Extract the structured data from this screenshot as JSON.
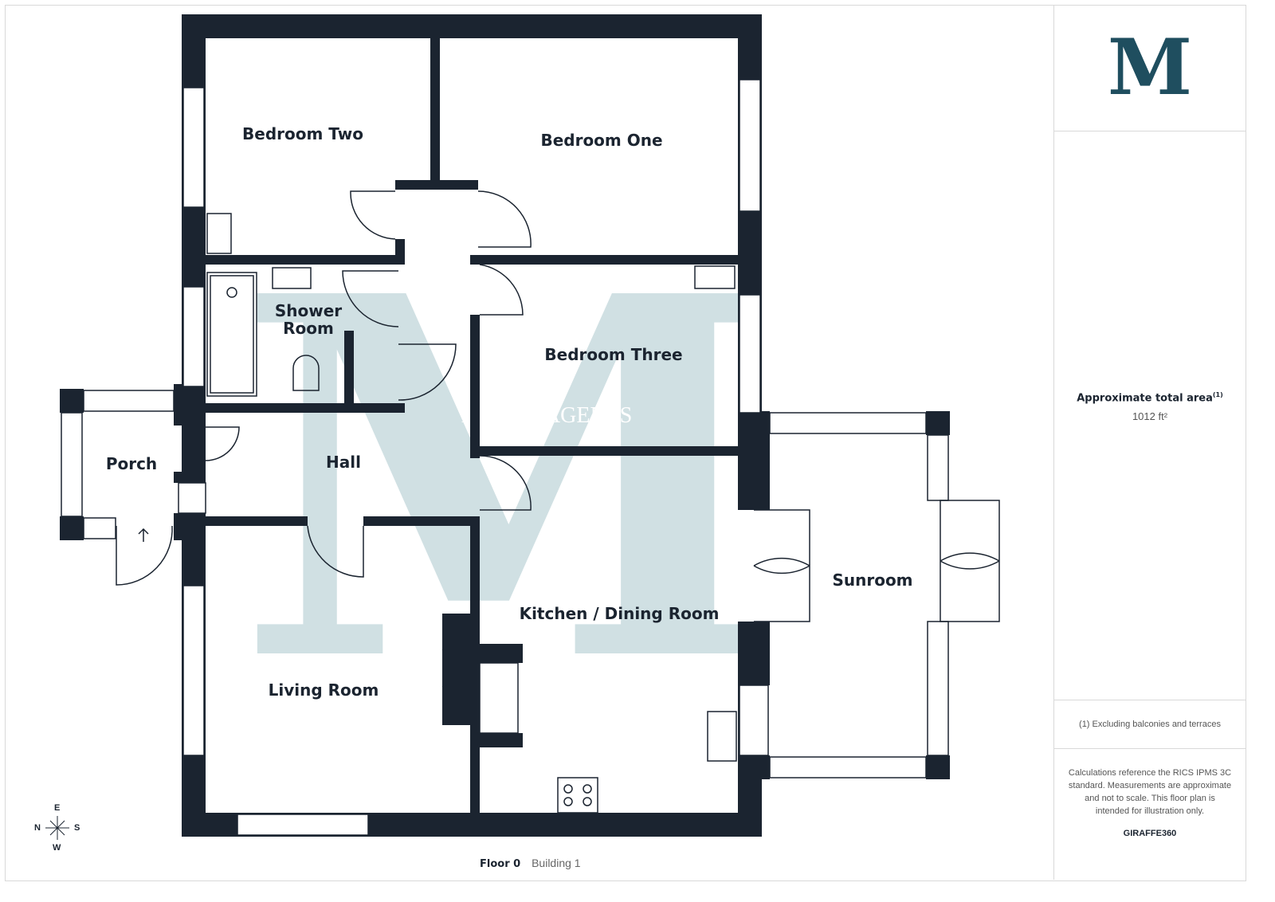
{
  "brand": {
    "logo_letter": "M",
    "watermark_letter": "M",
    "watermark_text": "ESTATE AGENTS",
    "accent": "#1f4e5f",
    "wall": "#1b2430",
    "watermark_color": "#ccdde0"
  },
  "rooms": {
    "bedroom_two": "Bedroom Two",
    "bedroom_one": "Bedroom One",
    "shower_room_1": "Shower",
    "shower_room_2": "Room",
    "bedroom_three": "Bedroom Three",
    "porch": "Porch",
    "hall": "Hall",
    "sunroom": "Sunroom",
    "kitchen": "Kitchen / Dining Room",
    "living_room": "Living Room"
  },
  "compass": {
    "n": "N",
    "e": "E",
    "s": "S",
    "w": "W"
  },
  "footer": {
    "floor": "Floor 0",
    "building": "Building 1"
  },
  "side": {
    "area_title": "Approximate total area",
    "area_sup": "(1)",
    "area_value": "1012 ft²",
    "footnote": "(1) Excluding balconies and terraces",
    "disclaimer": "Calculations reference the RICS IPMS 3C standard. Measurements are approximate and not to scale. This floor plan is intended for illustration only.",
    "credit": "GIRAFFE360"
  }
}
